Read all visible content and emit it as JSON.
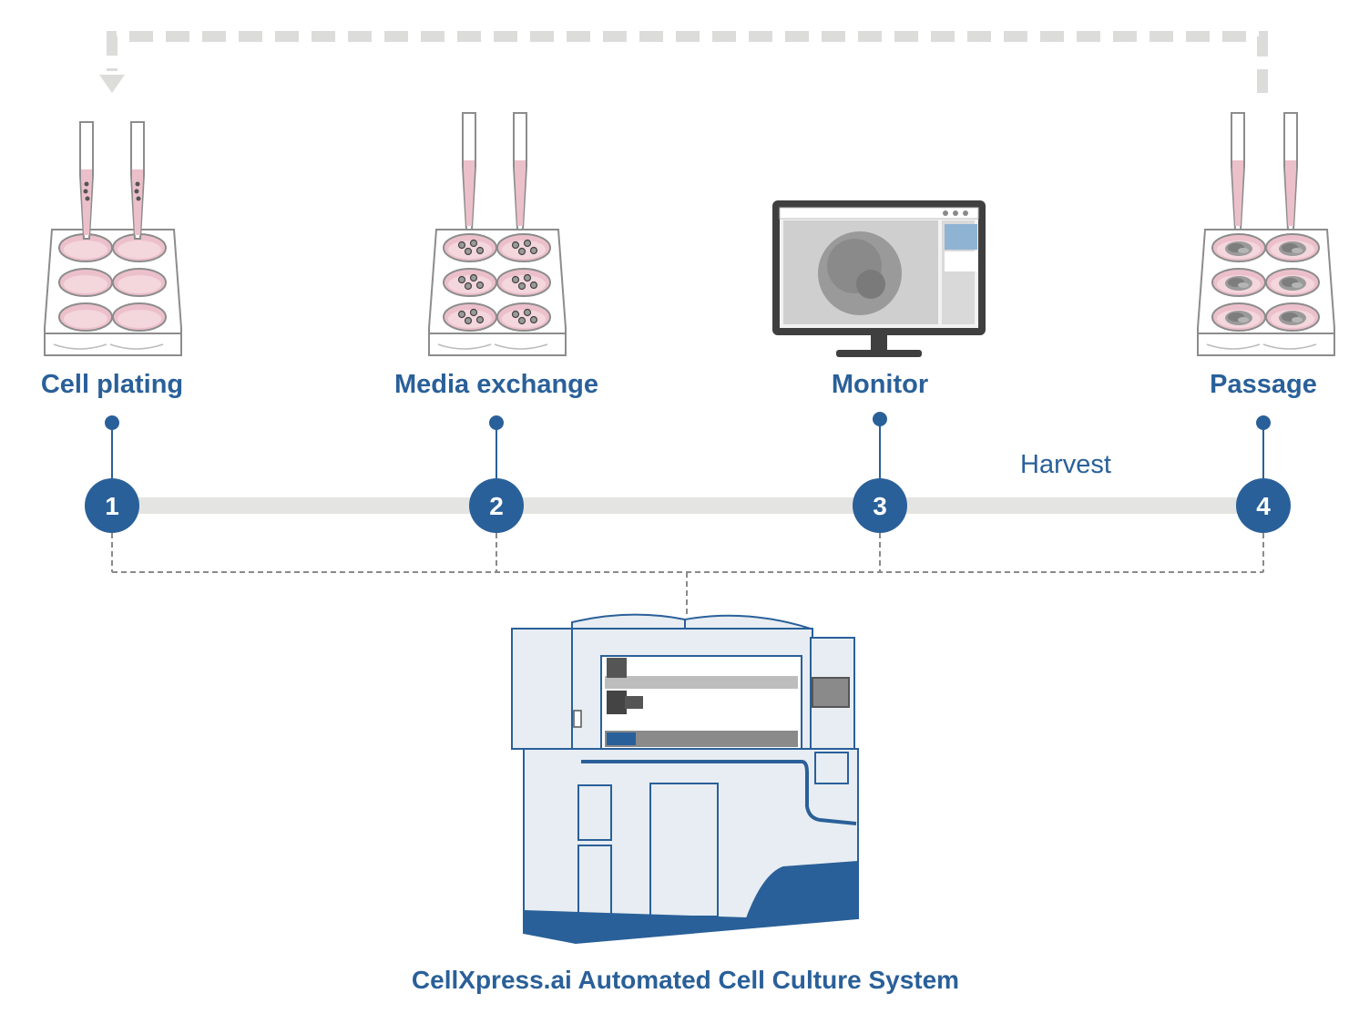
{
  "colors": {
    "brand_blue": "#2a6099",
    "timeline_gray": "#e4e4e2",
    "loop_arrow_gray": "#dcdcda",
    "well_pink": "#ecc0cb",
    "instrument_fill": "#e7edf2",
    "instrument_outline": "#2a6099"
  },
  "steps": [
    {
      "number": "1",
      "label": "Cell plating",
      "illustration": "pipette-into-six-well-plate-icon"
    },
    {
      "number": "2",
      "label": "Media exchange",
      "illustration": "pipette-into-six-well-plate-with-cells-icon"
    },
    {
      "number": "3",
      "label": "Monitor",
      "illustration": "monitor-with-cell-colony-image-icon"
    },
    {
      "number": "4",
      "label": "Passage",
      "illustration": "pipette-into-six-well-plate-with-colonies-icon"
    }
  ],
  "segment_labels": {
    "harvest": "Harvest"
  },
  "system": {
    "title": "CellXpress.ai Automated Cell Culture System",
    "illustration": "automated-cell-culture-instrument-icon"
  },
  "loop": {
    "description_icon": "return-loop-dashed-arrow-icon"
  }
}
